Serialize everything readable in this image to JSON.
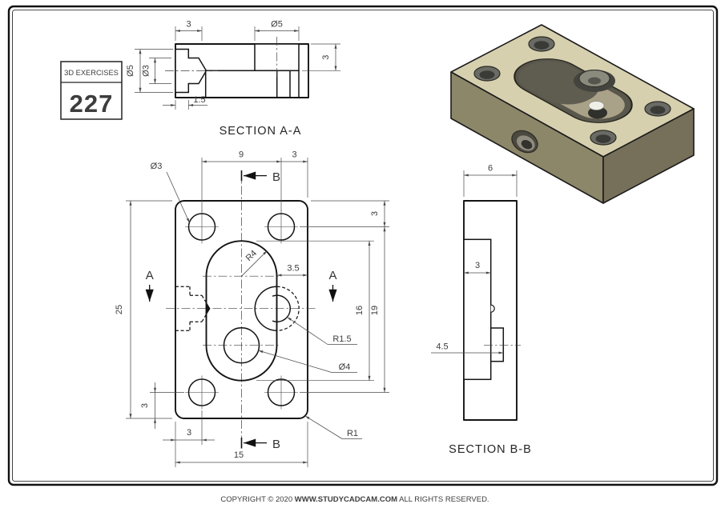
{
  "badge": {
    "series_label": "3D EXERCISES",
    "number": "227"
  },
  "section_a": {
    "title": "SECTION A-A",
    "dim_depth3": "3",
    "dim_dia5_top": "Ø5",
    "dim_dia5_side": "Ø5",
    "dim_dia3_side": "Ø3",
    "dim_cbore": "1.5",
    "dim_right3": "3"
  },
  "front": {
    "label_a": "A",
    "label_b": "B",
    "dim_9": "9",
    "dim_3_top": "3",
    "dia3": "Ø3",
    "r4": "R4",
    "dim_35": "3.5",
    "dim_25": "25",
    "dim_16": "16",
    "dim_19": "19",
    "dim_3_right": "3",
    "r15": "R1.5",
    "dia4": "Ø4",
    "dim_3_left": "3",
    "dim_3_bottom": "3",
    "dim_15": "15",
    "r1": "R1"
  },
  "section_b": {
    "title": "SECTION B-B",
    "dim_6": "6",
    "dim_3": "3",
    "dim_45": "4.5"
  },
  "render": {
    "top_color": "#d6d0af",
    "left_color": "#8d8769",
    "right_color": "#76705a"
  },
  "footer": {
    "prefix": "COPYRIGHT © 2020 ",
    "site": "WWW.STUDYCADCAM.COM",
    "suffix": " ALL RIGHTS RESERVED."
  }
}
